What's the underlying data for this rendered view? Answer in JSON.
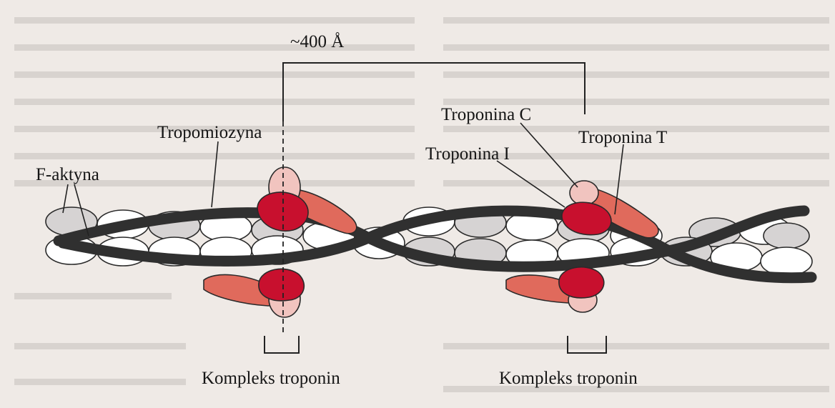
{
  "diagram": {
    "period_label": "~400 Å",
    "labels": {
      "f_actin": "F-aktyna",
      "tropomyosin": "Tropomiozyna",
      "troponin_c": "Troponina C",
      "troponin_i": "Troponina I",
      "troponin_t": "Troponina T",
      "complex_left": "Kompleks troponin",
      "complex_right": "Kompleks troponin"
    }
  },
  "colors": {
    "page_background": "#efeae6",
    "actin_white": "#ffffff",
    "actin_grey": "#d6d3d3",
    "tropomyosin_strand": "#303030",
    "troponin_c": "#f1c4bf",
    "troponin_i": "#c8102e",
    "troponin_t": "#e06a5c"
  }
}
